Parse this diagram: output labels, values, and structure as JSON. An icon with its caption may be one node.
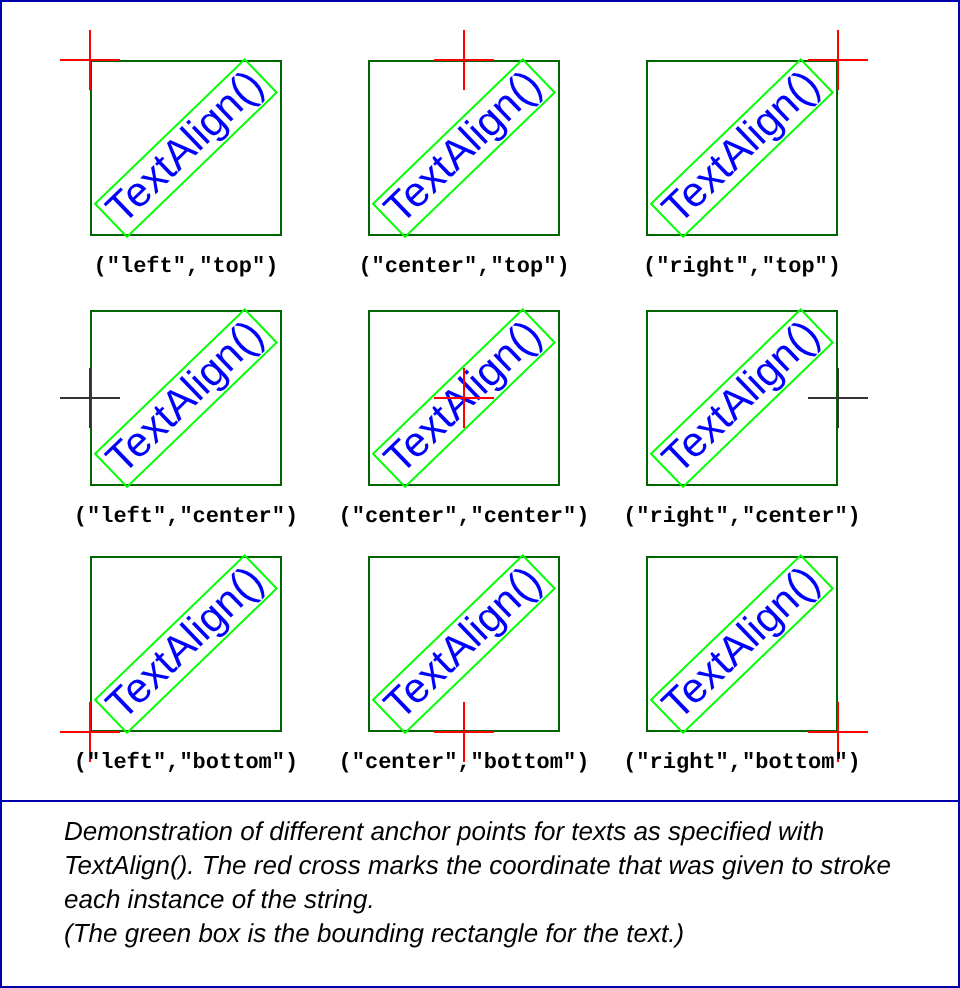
{
  "diagram": {
    "caption": "Demonstration of different anchor points for texts as specified with TextAlign(). The red cross marks the coordinate that was given to stroke each instance of the string.",
    "nodes": [
      {
        "text": [
          "TextAlign()"
        ],
        "beside": [
          "(\"left\",\"top\")"
        ]
      },
      {
        "text": [
          "TextAlign()"
        ],
        "beside": [
          "(\"center\",\"top\")"
        ]
      },
      {
        "text": [
          "TextAlign()"
        ],
        "beside": [
          "(\"right\",\"top\")"
        ]
      },
      {
        "text": [
          "TextAlign()"
        ],
        "beside": [
          "(\"left\",\"center\")"
        ]
      },
      {
        "text": [
          "TextAlign()"
        ],
        "beside": [
          "(\"center\",\"center\")"
        ]
      },
      {
        "text": [
          "TextAlign()"
        ],
        "beside": [
          "(\"right\",\"center\")"
        ]
      },
      {
        "text": [
          "TextAlign()"
        ],
        "beside": [
          "(\"left\",\"bottom\")"
        ]
      },
      {
        "text": [
          "TextAlign()"
        ],
        "beside": [
          "(\"center\",\"bottom\")"
        ]
      },
      {
        "text": [
          "TextAlign()"
        ],
        "beside": [
          "(\"right\",\"bottom\")"
        ]
      }
    ],
    "labels": [
      "(The green box is the bounding rectangle for the text.)"
    ]
  }
}
